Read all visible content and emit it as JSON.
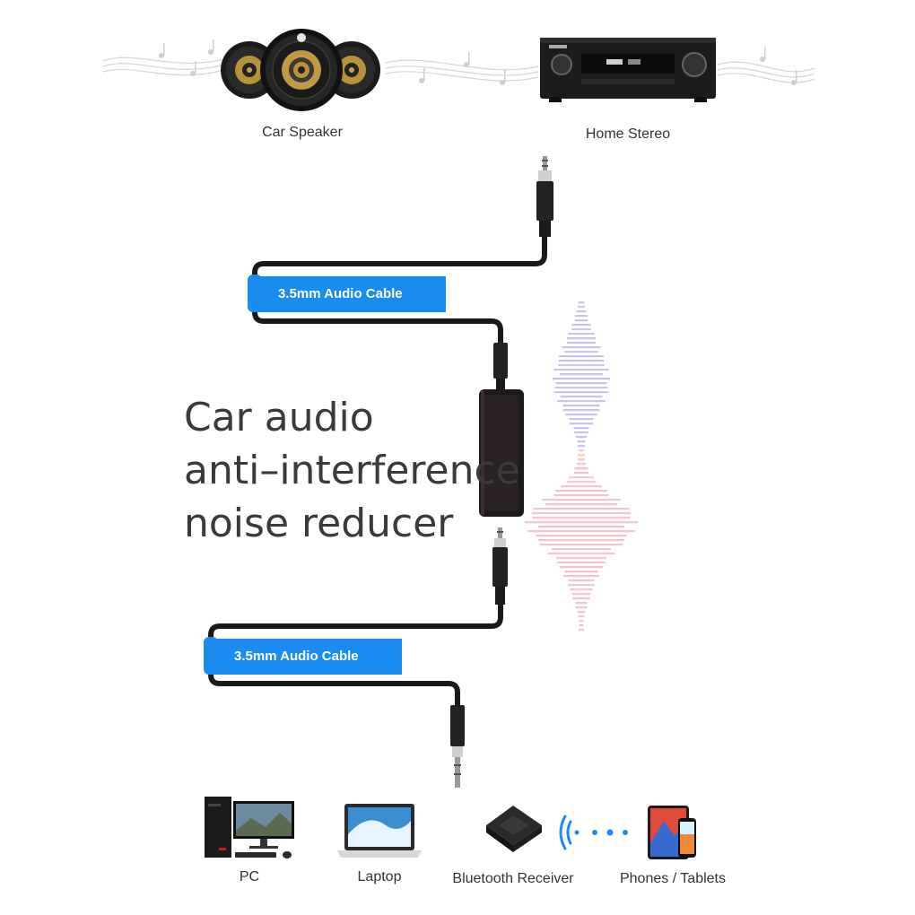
{
  "top_devices": [
    {
      "label": "Car Speaker",
      "icon": "car-speaker-icon"
    },
    {
      "label": "Home Stereo",
      "icon": "home-stereo-icon"
    }
  ],
  "cable_tags": [
    {
      "label": "3.5mm Audio Cable"
    },
    {
      "label": "3.5mm Audio Cable"
    }
  ],
  "headline": {
    "line1": "Car audio",
    "line2": "anti–interference",
    "line3": "noise reducer"
  },
  "bottom_devices": [
    {
      "label": "PC",
      "icon": "pc-icon"
    },
    {
      "label": "Laptop",
      "icon": "laptop-icon"
    },
    {
      "label": "Bluetooth Receiver",
      "icon": "bluetooth-receiver-icon"
    },
    {
      "label": "Phones / Tablets",
      "icon": "phone-tablet-icon"
    }
  ],
  "colors": {
    "accent": "#1a8cf0",
    "cable": "#1a1a1a",
    "wave_top": "#c8c4f0",
    "wave_bottom": "#f6c4cc"
  }
}
